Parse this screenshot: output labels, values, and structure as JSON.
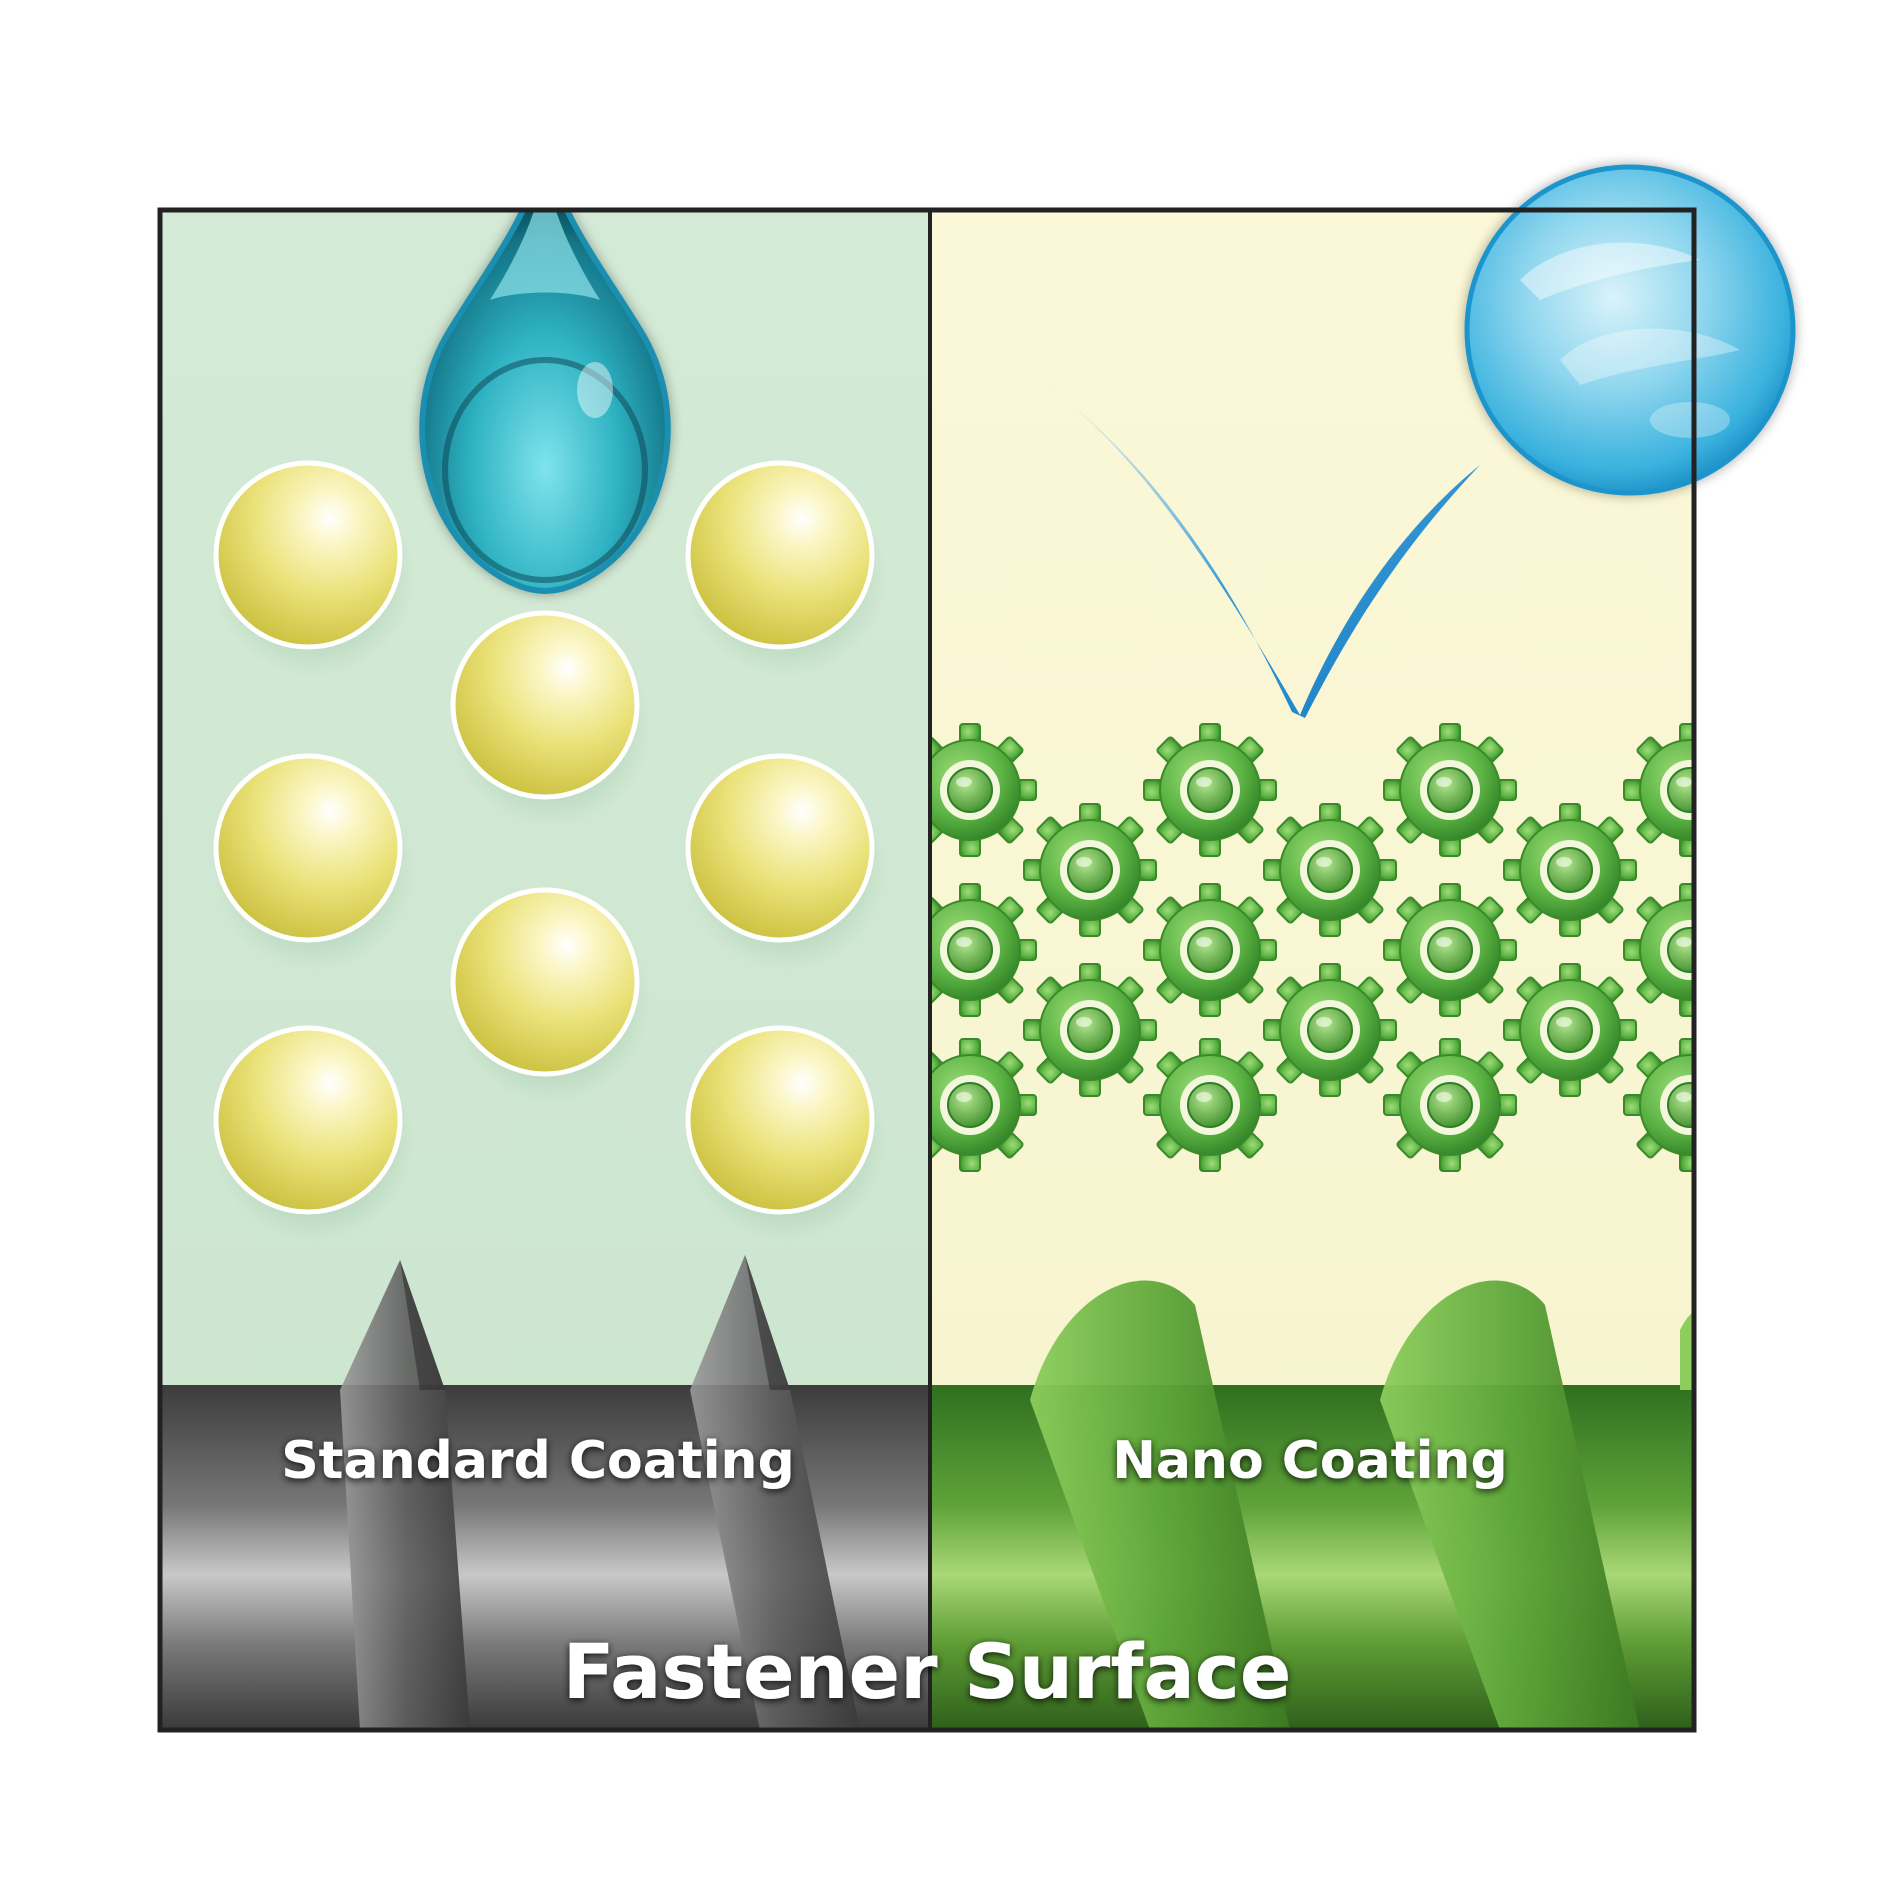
{
  "labels": {
    "left_panel": "Standard Coating",
    "right_panel": "Nano Coating",
    "surface": "Fastener Surface"
  },
  "colors": {
    "left_background": "#cfe8d2",
    "right_background": "#fbf8d6",
    "standard_particle": "#e6de6a",
    "nano_gear": "#5fb84a",
    "water": "#2fb7c9",
    "check_mark": "#1a8fd0",
    "left_surface": "#5a5a5a",
    "right_surface": "#4f8f2a",
    "frame": "#222222"
  },
  "icons": {
    "water_drop": "water-drop-icon",
    "water_bead": "water-bead-icon",
    "check": "check-mark-icon",
    "particle": "coating-particle-icon",
    "gear": "nano-gear-icon"
  }
}
